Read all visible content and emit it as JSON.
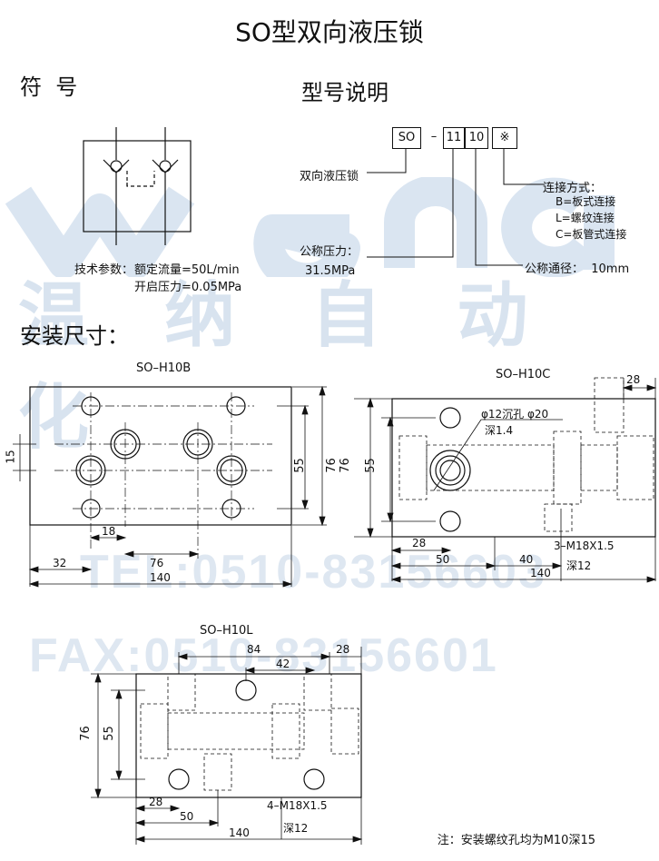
{
  "title": "SO型双向液压锁",
  "symbol_heading": "符  号",
  "model_heading": "型号说明",
  "model_code": {
    "prefix": "SO",
    "dash": "–",
    "pressure": "11",
    "diameter": "10",
    "connection": "※"
  },
  "model_labels": {
    "name": "双向液压锁",
    "pressure_label": "公称压力：",
    "pressure_value": "31.5MPa",
    "diameter_label": "公称通径：  10mm",
    "connection_title": "连接方式：",
    "connection_b": "B=板式连接",
    "connection_l": "L=螺纹连接",
    "connection_c": "C=板管式连接"
  },
  "tech_params": {
    "label": "技术参数：",
    "flow": "额定流量=50L/min",
    "opening": "开启压力=0.05MPa"
  },
  "install_heading": "安装尺寸：",
  "watermark": {
    "brand": "wena",
    "company": "温 纳 自 动 化",
    "tel": "TEL:0510-83156603",
    "fax": "FAX:0510-83156601"
  },
  "drawings": {
    "h10b": {
      "label": "SO–H10B",
      "dim_15": "15",
      "dim_55": "55",
      "dim_76": "76",
      "dim_18": "18",
      "dim_32": "32",
      "dim_76h": "76",
      "dim_140": "140"
    },
    "h10c": {
      "label": "SO–H10C",
      "dim_28top": "28",
      "dim_76": "76",
      "dim_55": "55",
      "hole_note": "φ12沉孔 φ20",
      "depth_note": "深1.4",
      "dim_28": "28",
      "dim_50": "50",
      "dim_40": "40",
      "dim_140": "140",
      "thread": "3–M18X1.5",
      "thread_depth": "深12"
    },
    "h10l": {
      "label": "SO–H10L",
      "dim_84": "84",
      "dim_42": "42",
      "dim_28top": "28",
      "dim_76": "76",
      "dim_55": "55",
      "dim_28": "28",
      "dim_50": "50",
      "dim_140": "140",
      "thread": "4–M18X1.5",
      "thread_depth": "深12"
    }
  },
  "footnote": "注：安装螺纹孔均为M10深15"
}
